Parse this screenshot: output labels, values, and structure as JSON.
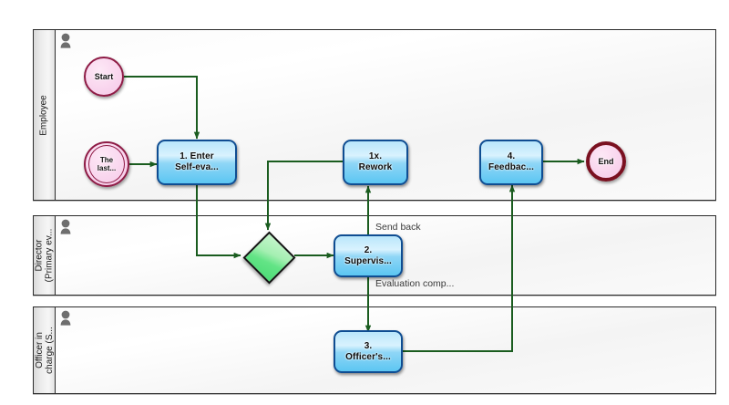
{
  "diagram": {
    "type": "bpmn-collaboration",
    "background": "#ffffff",
    "colors": {
      "flow": "#1a5c1f",
      "task_border": "#0f4d92",
      "task_fill": "#8fd6f6",
      "event_border": "#8e1b45",
      "end_border": "#7a1020",
      "event_fill": "#f9d6ee",
      "gateway_fill": "#63e486",
      "gateway_border": "#141414",
      "pool_border": "#2b2b2b",
      "pool_header_fill": "#ececec"
    }
  },
  "pools": [
    {
      "id": "pool-employee",
      "label": "Employee",
      "label_lines": [
        "Employee"
      ],
      "actor_icon": "person-icon"
    },
    {
      "id": "pool-director",
      "label": "Director (Primary ev...",
      "label_lines": [
        "Director",
        "(Primary ev..."
      ],
      "actor_icon": "person-icon"
    },
    {
      "id": "pool-officer",
      "label": "Officer in charge (S...",
      "label_lines": [
        "Officer in",
        "charge (S..."
      ],
      "actor_icon": "person-icon"
    }
  ],
  "nodes": {
    "start_event": {
      "label": "Start",
      "kind": "start-event"
    },
    "timer_event": {
      "label_lines": [
        "The",
        "last..."
      ],
      "kind": "timer-start-event"
    },
    "task_1": {
      "label_lines": [
        "1. Enter",
        "Self-eva..."
      ],
      "kind": "task"
    },
    "task_rework": {
      "label_lines": [
        "1x.",
        "Rework"
      ],
      "kind": "task"
    },
    "task_4": {
      "label_lines": [
        "4.",
        "Feedbac..."
      ],
      "kind": "task"
    },
    "end_event": {
      "label": "End",
      "kind": "end-event"
    },
    "gateway": {
      "label": "",
      "kind": "exclusive-gateway"
    },
    "task_2": {
      "label_lines": [
        "2.",
        "Supervis..."
      ],
      "kind": "task"
    },
    "task_3": {
      "label_lines": [
        "3.",
        "Officer's..."
      ],
      "kind": "task"
    }
  },
  "flow_labels": {
    "send_back": "Send back",
    "evaluation_complete": "Evaluation comp..."
  }
}
